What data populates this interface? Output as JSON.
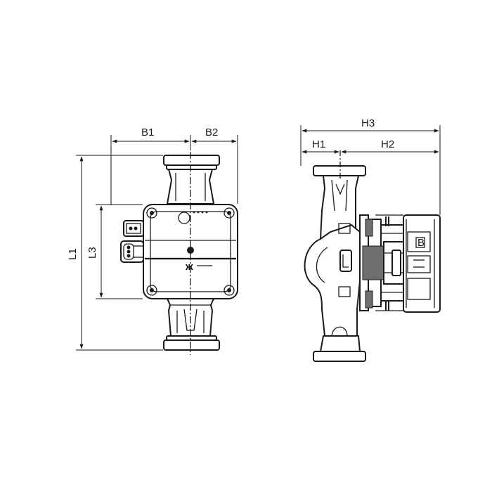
{
  "labels": {
    "b1": "B1",
    "b2": "B2",
    "l1": "L1",
    "l3": "L3",
    "h1": "H1",
    "h2": "H2",
    "h3": "H3"
  }
}
